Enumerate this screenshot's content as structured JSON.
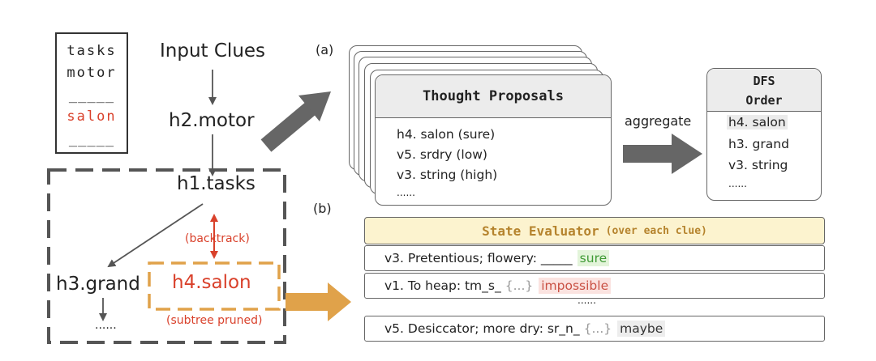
{
  "grid": {
    "rows": [
      "tasks",
      "motor",
      "_____",
      "salon",
      "_____"
    ],
    "highlight_color": "#d9412b"
  },
  "panel_labels": {
    "a": "(a)",
    "b": "(b)"
  },
  "tree": {
    "input": "Input Clues",
    "h2": "h2.motor",
    "h1": "h1.tasks",
    "h3": "h3.grand",
    "h4": "h4.salon",
    "ellipsis": "......",
    "backtrack": "(backtrack)",
    "pruned": "(subtree pruned)"
  },
  "thought_proposals": {
    "title": "Thought Proposals",
    "items": [
      "h4. salon (sure)",
      "v5. srdry (low)",
      "v3. string (high)",
      "......"
    ]
  },
  "aggregate_label": "aggregate",
  "dfs_order": {
    "title_line1": "DFS",
    "title_line2": "Order",
    "items": [
      "h4. salon",
      "h3. grand",
      "v3. string",
      "......"
    ]
  },
  "state_evaluator": {
    "title": "State Evaluator",
    "subtitle": "(over each clue)",
    "rows": [
      {
        "clue": "v3. Pretentious; flowery: _____",
        "ellipsis": "",
        "verdict": "sure"
      },
      {
        "clue": "v1. To heap: tm_s_",
        "ellipsis": "{...}",
        "verdict": "impossible"
      },
      {
        "clue": "v5. Desiccator; more dry: sr_n_",
        "ellipsis": "{...}",
        "verdict": "maybe"
      }
    ],
    "between_ellipsis": "......"
  },
  "colors": {
    "red": "#d9412b",
    "orange": "#e0a24a",
    "dark_arrow": "#666666",
    "evaluator_bg": "#fcf3cf"
  }
}
